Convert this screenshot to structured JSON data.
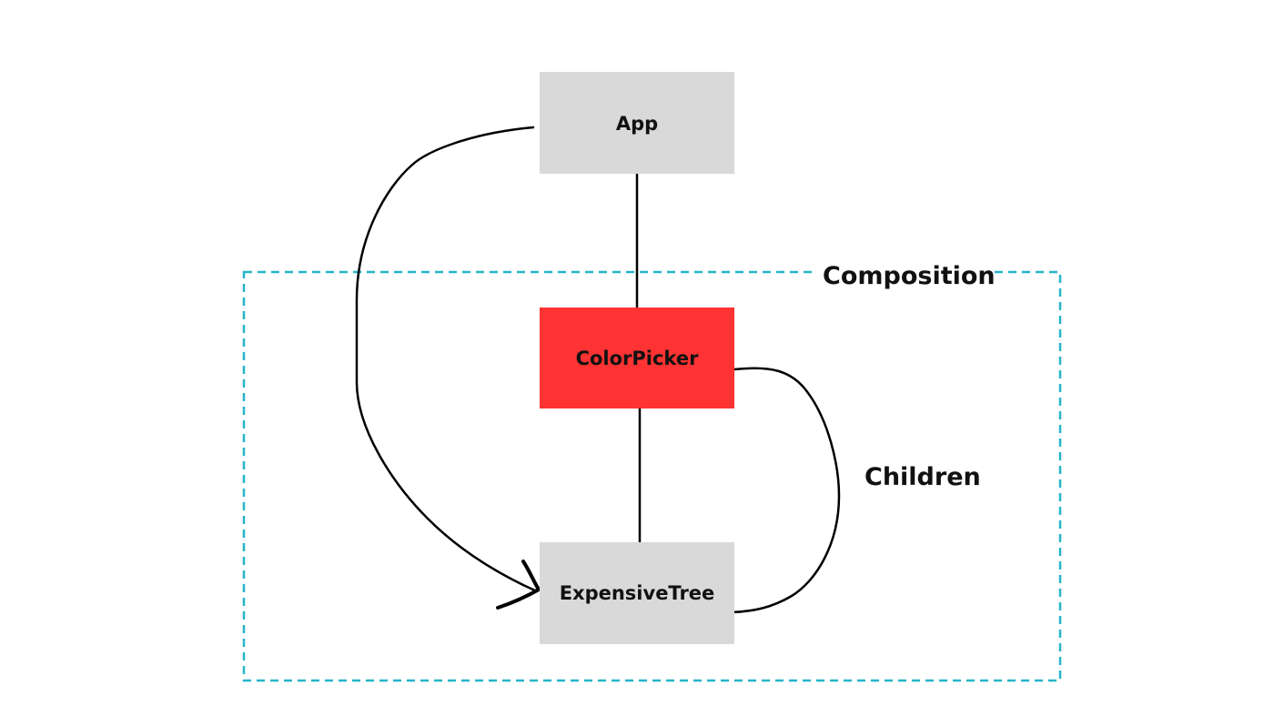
{
  "diagram": {
    "nodes": {
      "app": {
        "label": "App",
        "color": "#d9d9d9"
      },
      "color_picker": {
        "label": "ColorPicker",
        "color": "#ff3333"
      },
      "expensive_tree": {
        "label": "ExpensiveTree",
        "color": "#d9d9d9"
      }
    },
    "regions": {
      "composition": {
        "label": "Composition",
        "border_color": "#26b5c8"
      }
    },
    "annotations": {
      "children": {
        "label": "Children"
      }
    },
    "edges": [
      {
        "from": "App",
        "to": "ColorPicker",
        "style": "line"
      },
      {
        "from": "ColorPicker",
        "to": "ExpensiveTree",
        "style": "line"
      },
      {
        "from": "App",
        "to": "ExpensiveTree",
        "style": "curved-arrow"
      },
      {
        "from": "ColorPicker",
        "to": "ExpensiveTree",
        "style": "curved-line"
      }
    ]
  }
}
